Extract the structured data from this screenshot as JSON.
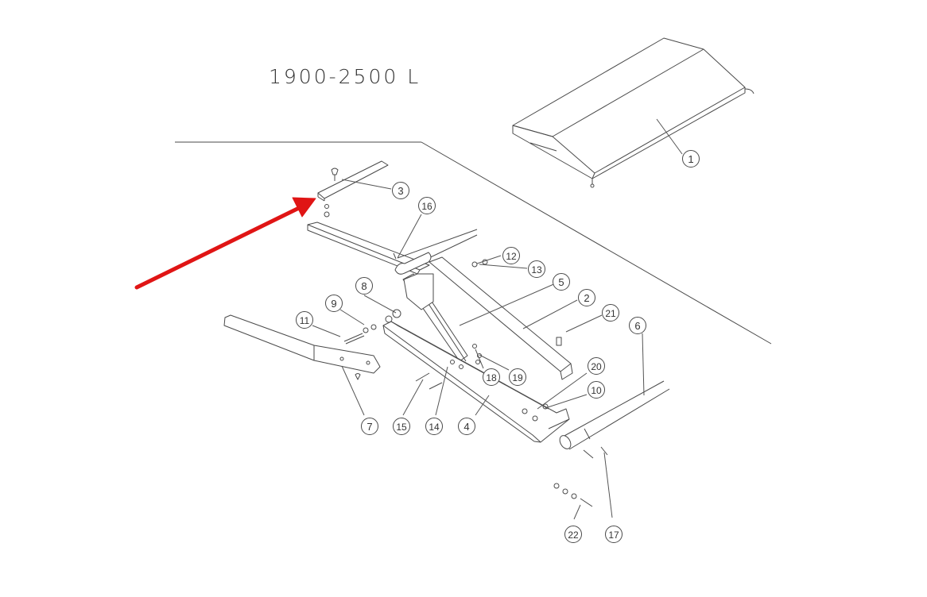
{
  "drawing": {
    "title": "1900-2500 L",
    "line_color": "#4a4a4a",
    "arrow_color": "#e01515",
    "callouts": [
      {
        "id": "c1",
        "label": "1"
      },
      {
        "id": "c2",
        "label": "2"
      },
      {
        "id": "c3",
        "label": "3"
      },
      {
        "id": "c4",
        "label": "4"
      },
      {
        "id": "c5",
        "label": "5"
      },
      {
        "id": "c6",
        "label": "6"
      },
      {
        "id": "c7",
        "label": "7"
      },
      {
        "id": "c8",
        "label": "8"
      },
      {
        "id": "c9",
        "label": "9"
      },
      {
        "id": "c10",
        "label": "10"
      },
      {
        "id": "c11",
        "label": "11"
      },
      {
        "id": "c12",
        "label": "12"
      },
      {
        "id": "c13",
        "label": "13"
      },
      {
        "id": "c14",
        "label": "14"
      },
      {
        "id": "c15",
        "label": "15"
      },
      {
        "id": "c16",
        "label": "16"
      },
      {
        "id": "c17",
        "label": "17"
      },
      {
        "id": "c18",
        "label": "18"
      },
      {
        "id": "c19",
        "label": "19"
      },
      {
        "id": "c20",
        "label": "20"
      },
      {
        "id": "c21",
        "label": "21"
      },
      {
        "id": "c22",
        "label": "22"
      }
    ]
  }
}
